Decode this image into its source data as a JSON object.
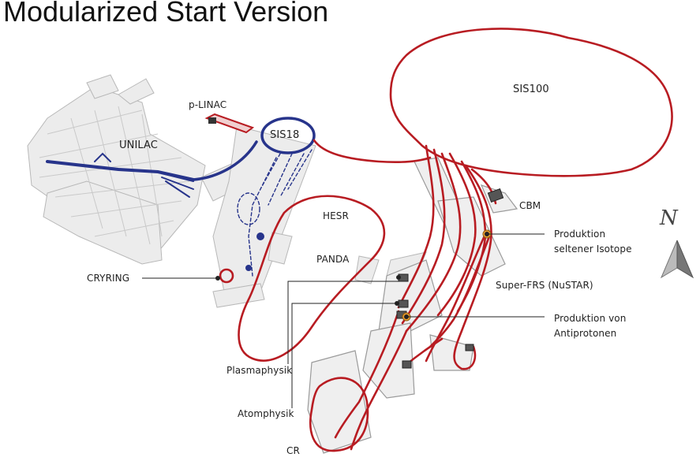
{
  "title": "Modularized Start Version",
  "labels": {
    "sis100": "SIS100",
    "p_linac": "p-LINAC",
    "sis18": "SIS18",
    "unilac": "UNILAC",
    "cbm": "CBM",
    "hesr": "HESR",
    "panda": "PANDA",
    "produktion_seltener_1": "Produktion",
    "produktion_seltener_2": "seltener Isotope",
    "super_frs": "Super-FRS (NuSTAR)",
    "cryring": "CRYRING",
    "produktion_von_1": "Produktion von",
    "produktion_von_2": "Antiprotonen",
    "plasmaphysik": "Plasmaphysik",
    "atomphysik": "Atomphysik",
    "cr": "CR",
    "north": "N"
  },
  "colors": {
    "beamline_new": "#b81c22",
    "beamline_existing": "#27348b",
    "buildings": "#e6e6e6",
    "marker": "#f0a030"
  },
  "icons": [
    "north-arrow-icon"
  ]
}
